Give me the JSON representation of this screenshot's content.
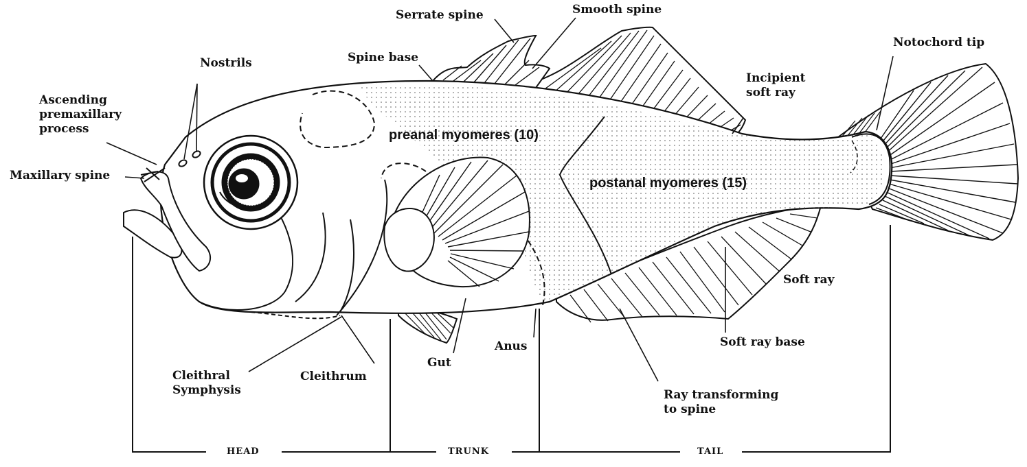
{
  "labels": {
    "serrate_spine": "Serrate spine",
    "smooth_spine": "Smooth spine",
    "notochord_tip": "Notochord tip",
    "nostrils": "Nostrils",
    "spine_base": "Spine base",
    "ascending_premaxillary_process": [
      "Ascending",
      "premaxillary",
      "process"
    ],
    "maxillary_spine": "Maxillary spine",
    "incipient_soft_ray": [
      "Incipient",
      "soft ray"
    ],
    "preanal_myomeres": "preanal myomeres (10)",
    "postanal_myomeres": "postanal myomeres (15)",
    "soft_ray": "Soft ray",
    "soft_ray_base": "Soft ray base",
    "anus": "Anus",
    "gut": "Gut",
    "cleithral_symphysis": [
      "Cleithral",
      "Symphysis"
    ],
    "cleithrum": "Cleithrum",
    "ray_transforming_to_spine": [
      "Ray transforming",
      "to spine"
    ]
  },
  "regions": {
    "head": "HEAD",
    "trunk": "TRUNK",
    "tail": "TAIL"
  },
  "colors": {
    "ink": "#111111",
    "body_fill": "#ffffff",
    "stipple": "#555555"
  }
}
